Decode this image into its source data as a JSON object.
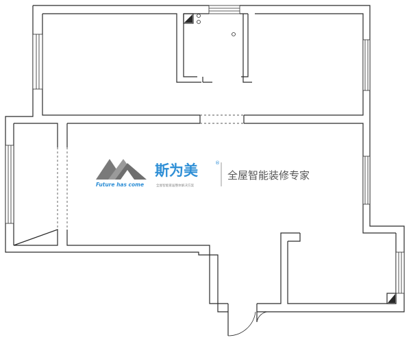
{
  "brand": {
    "name": "斯为美",
    "registered_mark": "®",
    "tagline_en": "Future has come",
    "tagline_cn_small": "全屋智能家居整体解决方案",
    "slogan": "全屋智能装修专家",
    "colors": {
      "blue": "#2f8fd6",
      "gray": "#8a8a8a",
      "dark_gray": "#555555"
    }
  }
}
